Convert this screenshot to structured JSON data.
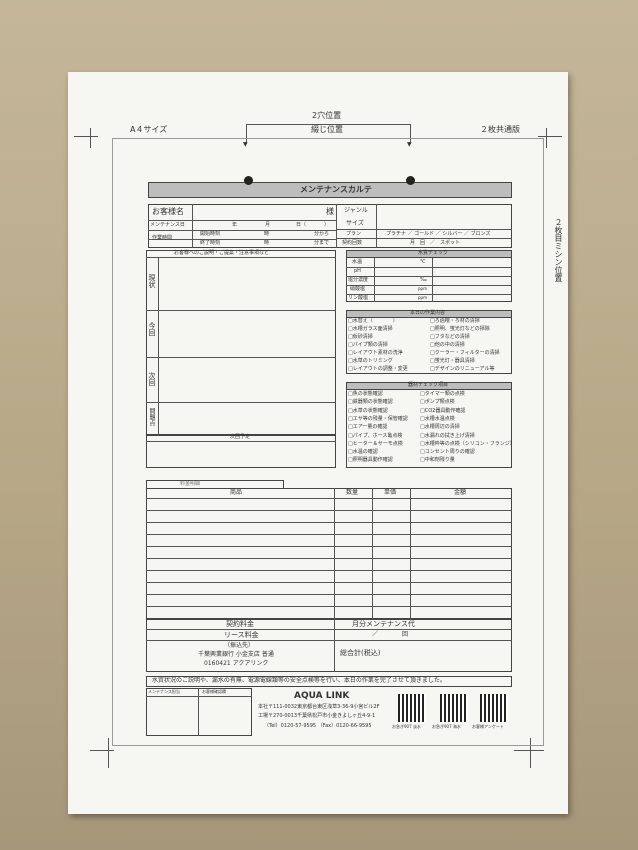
{
  "corner_labels": {
    "left": "A４サイズ",
    "right": "２枚共通版"
  },
  "top_marks": {
    "line1": "2穴位置",
    "line2": "綴じ位置"
  },
  "side_mark": "２枚目ミシン位置",
  "title": "メンテナンスカルテ",
  "customer": {
    "name_label": "お客様名",
    "honorific": "様",
    "date_label": "メンテナンス日",
    "date_units": [
      "年",
      "月",
      "日（",
      "）"
    ],
    "time_label": "作業時間",
    "start_label": "開始時刻",
    "end_label": "終了時刻",
    "hour_unit": "時",
    "min_from": "分から",
    "min_to": "分まで",
    "genre_label": "ジャンル",
    "size_label": "サイズ",
    "plan_label": "プラン",
    "plan_options": "プラチナ ／ ゴールド ／ シルバー ／ ブロンズ",
    "contract_label": "契約回数",
    "contract_units": "月　回　／　スポット"
  },
  "explain_section": {
    "header": "お客様へのご説明・ご提案・注意事項など",
    "rows": [
      "現状",
      "今回",
      "次回",
      "問題点"
    ],
    "next_header": "次回予定"
  },
  "water_check": {
    "header": "水質チェック",
    "rows": [
      {
        "label": "水温",
        "unit": "℃"
      },
      {
        "label": "pH",
        "unit": ""
      },
      {
        "label": "塩分濃度",
        "unit": "‰"
      },
      {
        "label": "硝酸塩",
        "unit": "ppm"
      },
      {
        "label": "リン酸塩",
        "unit": "ppm"
      }
    ]
  },
  "work_items": {
    "header": "本日の作業内容",
    "left": [
      "水替え（　　　　）",
      "水槽ガラス面清掃",
      "仮砂清掃",
      "パイプ類の清掃",
      "レイアウト素材の洗浄",
      "水草のトリミング",
      "レイアウトの調整・変更"
    ],
    "right": [
      "ろ過槽・ろ材の清掃",
      "照明、蛍光灯などの掃除",
      "フタなどの清掃",
      "他の中の清掃",
      "クーラー・フィルターの清掃",
      "蛍光灯・器具清掃",
      "デザインのリニューアル等"
    ]
  },
  "equipment_check": {
    "header": "器材チェック項目",
    "left": [
      "魚の状態確認",
      "鉄器類の状態確認",
      "水草の状態確認",
      "エサ等の残量・保管確認",
      "エアー量の確認",
      "パイプ、ホース亀点検",
      "ヒーター＆サーモ点検",
      "水温の確認",
      "照明器具動作確認"
    ],
    "right": [
      "タイマー類の点検",
      "ポンプ類点検",
      "CO2器具動作確認",
      "水槽水温点検",
      "水槽周辺の清掃",
      "水漏れの拭き上げ清掃",
      "水槽枠等の点検（シリコン・フランジ）",
      "コンセント周りの確認",
      "中和剤残り量"
    ]
  },
  "billing": {
    "tab": "料金明細",
    "columns": [
      "商品",
      "数量",
      "単価",
      "金額"
    ],
    "row_count": 10,
    "contract_fee": "契約料金",
    "monthly": "月分メンテナンス代",
    "lease_fee": "リース料金",
    "lease_count": "／　　　　回",
    "transfer_title": "（振込先）",
    "bank_line1": "千葉興業銀行 小金支店 普通",
    "bank_line2": "0160421 アクアリンク",
    "total_label": "総合計(税込)"
  },
  "footer": {
    "notice": "水質状況のご説明や、漏水の有無、電源電線類等の安全点検等を行い、本日の作業を完了させて頂きました。",
    "sign1": "メンテナンス担当",
    "sign2": "お客様確認欄",
    "company": "AQUA LINK",
    "addr1": "本社〒111-0032東京都台東区浅草3-36-9小宮ビル2F",
    "addr2": "工場〒270-0013千葉県松戸市小金きよしヶ丘4-9-1",
    "tel": "（Tel）0120-57-9595 （Fax）0120-66-9595",
    "qr_captions": [
      "お急ぎ907 淡水",
      "お急ぎ907 海水",
      "お客様アンケート"
    ]
  }
}
